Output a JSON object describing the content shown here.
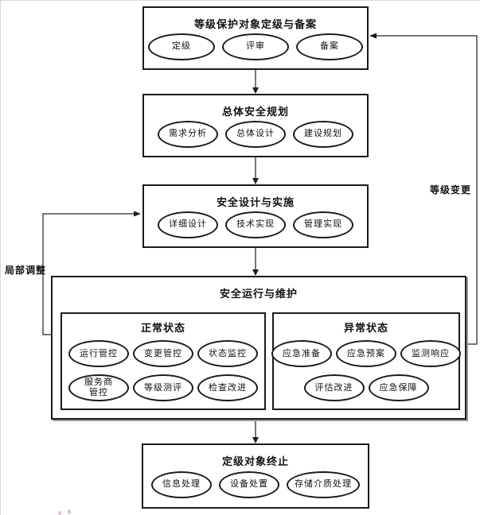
{
  "diagram": {
    "stages": [
      {
        "title": "等级保护对象定级与备案",
        "items": [
          "定级",
          "评审",
          "备案"
        ]
      },
      {
        "title": "总体安全规划",
        "items": [
          "需求分析",
          "总体设计",
          "建设规划"
        ]
      },
      {
        "title": "安全设计与实施",
        "items": [
          "详细设计",
          "技术实现",
          "管理实现"
        ]
      },
      {
        "title": "安全运行与维护",
        "groups": [
          {
            "title": "正常状态",
            "rows": [
              [
                "运行管控",
                "变更管控",
                "状态监控"
              ],
              [
                "服务商\n管控",
                "等级测评",
                "检查改进"
              ]
            ]
          },
          {
            "title": "异常状态",
            "rows": [
              [
                "应急准备",
                "应急预案",
                "监测响应"
              ],
              [
                "评估改进",
                "应急保障"
              ]
            ]
          }
        ]
      },
      {
        "title": "定级对象终止",
        "items": [
          "信息处理",
          "设备处置",
          "存储介质处理"
        ]
      }
    ],
    "feedback_labels": {
      "right": "等级变更",
      "left": "局部调整"
    },
    "colors": {
      "box_border": "#1a1a1a",
      "connector": "#4a4a4a",
      "background": "#ffffff",
      "text": "#111111",
      "artifact_pink": "#f0919e"
    }
  }
}
